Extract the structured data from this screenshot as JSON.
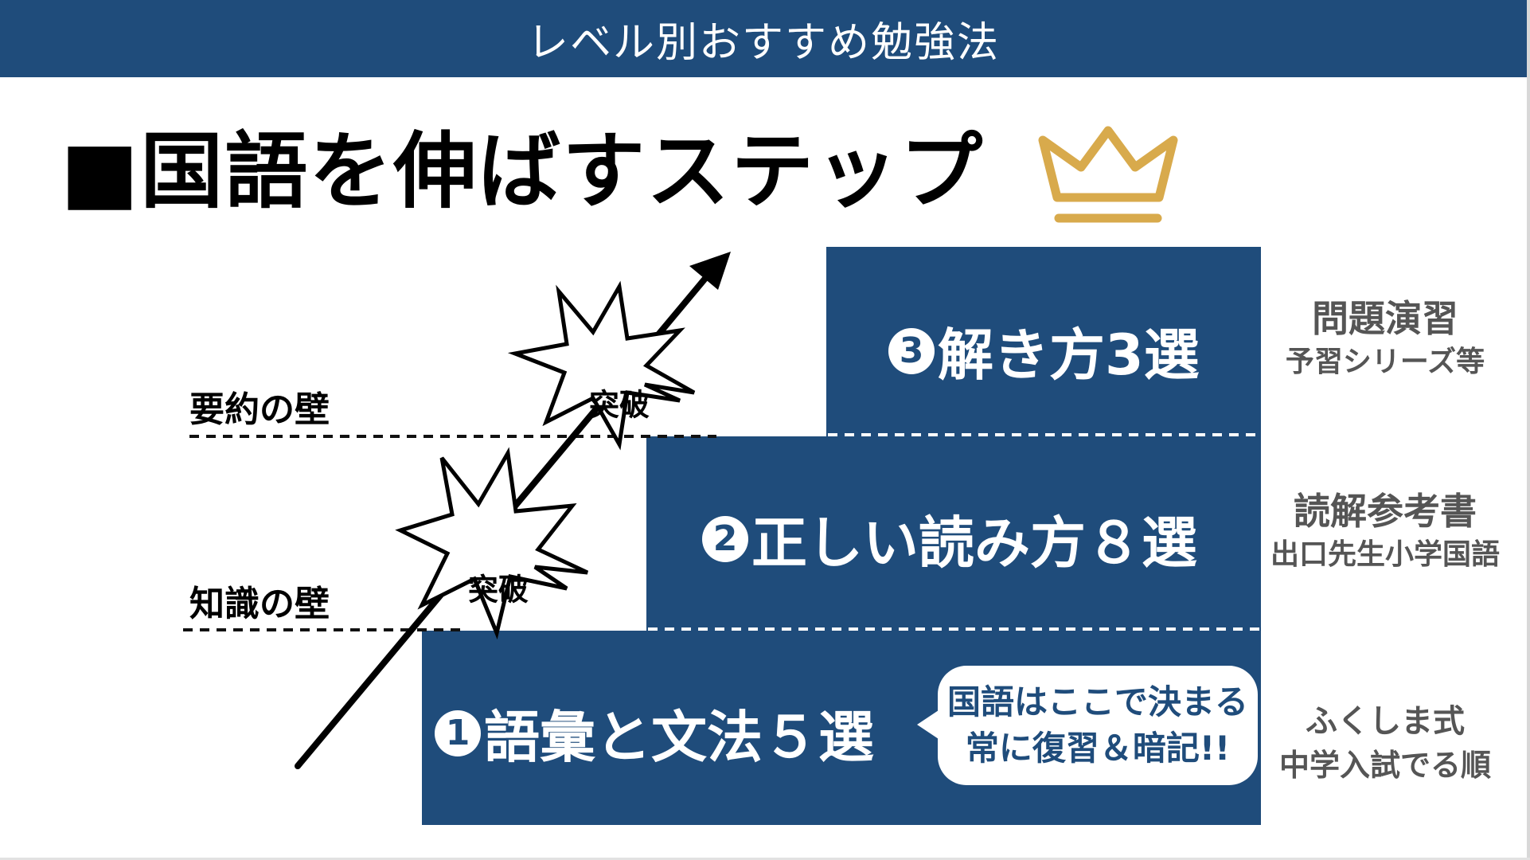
{
  "header": {
    "title": "レベル別おすすめ勉強法"
  },
  "main_title": "■国語を伸ばすステップ",
  "colors": {
    "navy": "#1f4c7b",
    "gold": "#d8aa4c",
    "gray_text": "#555555"
  },
  "icons": {
    "crown": "crown-icon",
    "arrow": "arrow-icon",
    "burst": "burst-icon"
  },
  "steps": [
    {
      "num": "1",
      "label": "語彙と文法５選",
      "side_title": "ふくしま式",
      "side_sub": "中学入試でる順"
    },
    {
      "num": "2",
      "label": "正しい読み方８選",
      "side_title": "読解参考書",
      "side_sub": "出口先生小学国語"
    },
    {
      "num": "3",
      "label": "解き方3選",
      "side_title": "問題演習",
      "side_sub": "予習シリーズ等"
    }
  ],
  "callout": {
    "line1": "国語はここで決まる",
    "line2": "常に復習＆暗記!!"
  },
  "walls": [
    {
      "label": "要約の壁",
      "burst": "突破"
    },
    {
      "label": "知識の壁",
      "burst": "突破"
    }
  ]
}
